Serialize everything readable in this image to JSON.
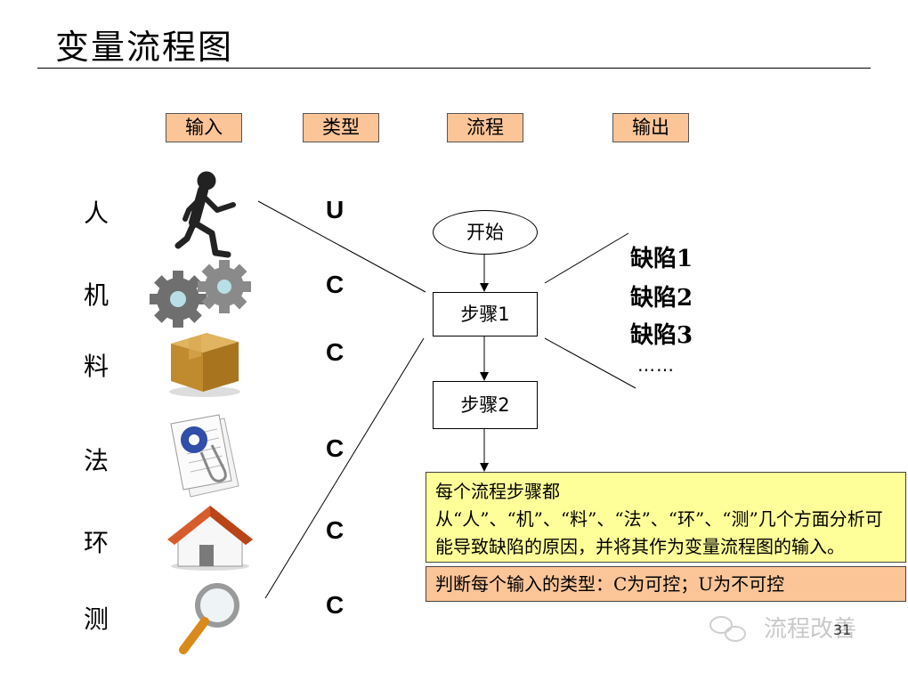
{
  "title": "变量流程图",
  "headers": {
    "input": "输入",
    "type": "类型",
    "process": "流程",
    "output": "输出"
  },
  "factors": [
    {
      "label": "人",
      "type": "U",
      "icon": "running-person-icon"
    },
    {
      "label": "机",
      "type": "C",
      "icon": "gears-icon"
    },
    {
      "label": "料",
      "type": "C",
      "icon": "cardboard-box-icon"
    },
    {
      "label": "法",
      "type": "C",
      "icon": "document-paperclip-icon"
    },
    {
      "label": "环",
      "type": "C",
      "icon": "house-icon"
    },
    {
      "label": "测",
      "type": "C",
      "icon": "magnifier-icon"
    }
  ],
  "flow": {
    "start": "开始",
    "step1": "步骤1",
    "step2": "步骤2"
  },
  "outputs": [
    "缺陷1",
    "缺陷2",
    "缺陷3",
    "……"
  ],
  "note_main": "每个流程步骤都从“人”、“机”、“料”、“法”、“环”、“测”几个方面分析可能导致缺陷的原因，并将其作为变量流程图的输入。",
  "note_type": "判断每个输入的类型：C为可控；U为不可控",
  "watermark": "流程改善",
  "page_number": "31",
  "colors": {
    "header_fill": "#fbc598",
    "note_fill": "#ffff99"
  }
}
